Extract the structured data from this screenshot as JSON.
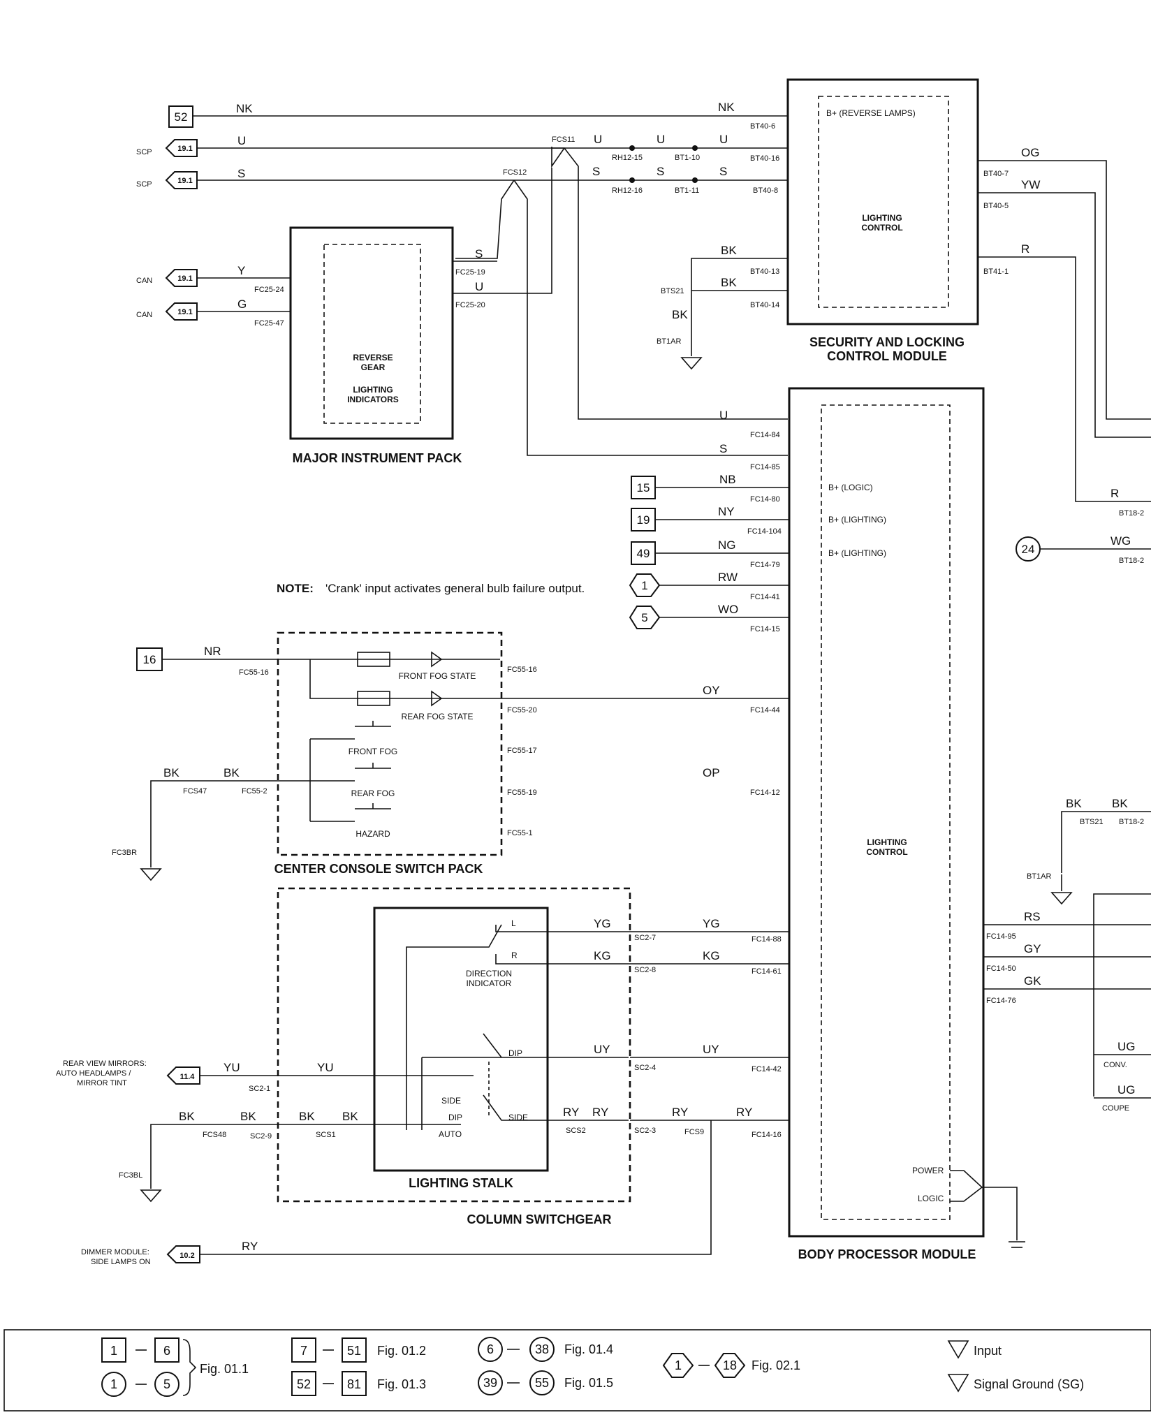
{
  "refs": {
    "r52": "52",
    "r19a": "19.1",
    "r19b": "19.1",
    "r19c": "19.1",
    "r19d": "19.1",
    "r15": "15",
    "r19": "19",
    "r49": "49",
    "r1": "1",
    "r5": "5",
    "r16": "16",
    "r24": "24",
    "r11": "11.4",
    "r10": "10.2"
  },
  "ref_labels": {
    "scp1": "SCP",
    "scp2": "SCP",
    "can1": "CAN",
    "can2": "CAN",
    "rvm": "REAR VIEW MIRRORS: AUTO HEADLAMPS / MIRROR TINT",
    "rvm1": "REAR VIEW MIRRORS:",
    "rvm2": "AUTO HEADLAMPS /",
    "rvm3": "MIRROR TINT",
    "dim1": "DIMMER MODULE:",
    "dim2": "SIDE LAMPS ON"
  },
  "wires": {
    "nk1": "NK",
    "nk2": "NK",
    "u1": "U",
    "u2": "U",
    "u3": "U",
    "u4": "U",
    "u5": "U",
    "s1": "S",
    "s2": "S",
    "s3": "S",
    "s4": "S",
    "s5": "S",
    "y": "Y",
    "g": "G",
    "og": "OG",
    "yw": "YW",
    "r1": "R",
    "r2": "R",
    "wg": "WG",
    "bk1": "BK",
    "bk2": "BK",
    "bk3": "BK",
    "nb": "NB",
    "ny": "NY",
    "ng": "NG",
    "rw": "RW",
    "wo": "WO",
    "nr": "NR",
    "oy": "OY",
    "op": "OP",
    "bk4": "BK",
    "bk5": "BK",
    "bk6": "BK",
    "bk7": "BK",
    "yg1": "YG",
    "yg2": "YG",
    "kg1": "KG",
    "kg2": "KG",
    "uy1": "UY",
    "uy2": "UY",
    "yu1": "YU",
    "yu2": "YU",
    "bk8": "BK",
    "bk9": "BK",
    "bk10": "BK",
    "bk11": "BK",
    "ry1": "RY",
    "ry2": "RY",
    "ry3": "RY",
    "ry4": "RY",
    "ry5": "RY",
    "rs": "RS",
    "gy": "GY",
    "gk": "GK",
    "ug1": "UG",
    "ug2": "UG"
  },
  "pins": {
    "bt406": "BT40-6",
    "bt4016": "BT40-16",
    "bt408": "BT40-8",
    "bt407": "BT40-7",
    "bt405": "BT40-5",
    "bt4013": "BT40-13",
    "bt4014": "BT40-14",
    "bt411": "BT41-1",
    "bts21": "BTS21",
    "bt1ar": "BT1AR",
    "fcs11": "FCS11",
    "fcs12": "FCS12",
    "rh1215": "RH12-15",
    "rh1216": "RH12-16",
    "bt110": "BT1-10",
    "bt111": "BT1-11",
    "fc2519": "FC25-19",
    "fc2520": "FC25-20",
    "fc2524": "FC25-24",
    "fc2547": "FC25-47",
    "fc1484": "FC14-84",
    "fc1485": "FC14-85",
    "fc1480": "FC14-80",
    "fc14104": "FC14-104",
    "fc1479": "FC14-79",
    "fc1441": "FC14-41",
    "fc1415": "FC14-15",
    "fc1444": "FC14-44",
    "fc1412": "FC14-12",
    "fc1488": "FC14-88",
    "fc1461": "FC14-61",
    "fc1442": "FC14-42",
    "fc1416": "FC14-16",
    "fc1495": "FC14-95",
    "fc1450": "FC14-50",
    "fc1476": "FC14-76",
    "bt182a": "BT18-2",
    "bt182b": "BT18-2",
    "bts21b": "BTS21",
    "bt182c": "BT18-2",
    "bt1arb": "BT1AR",
    "fc5516": "FC55-16",
    "fc5516b": "FC55-16",
    "fc5520": "FC55-20",
    "fc5517": "FC55-17",
    "fc552": "FC55-2",
    "fc5519": "FC55-19",
    "fc551": "FC55-1",
    "fcs47": "FCS47",
    "fc3br": "FC3BR",
    "sc27": "SC2-7",
    "sc28": "SC2-8",
    "sc24": "SC2-4",
    "sc21": "SC2-1",
    "sc29": "SC2-9",
    "sc23": "SC2-3",
    "fcs48": "FCS48",
    "scs1": "SCS1",
    "scs2": "SCS2",
    "fcs9": "FCS9",
    "fc3bl": "FC3BL"
  },
  "labels": {
    "brl": "B+ (REVERSE LAMPS)",
    "lc1a": "LIGHTING",
    "lc1b": "CONTROL",
    "slcm1": "SECURITY AND LOCKING",
    "slcm2": "CONTROL MODULE",
    "rg1": "REVERSE",
    "rg2": "GEAR",
    "rg3": "LIGHTING",
    "rg4": "INDICATORS",
    "mip": "MAJOR INSTRUMENT PACK",
    "blogic": "B+ (LOGIC)",
    "blight1": "B+ (LIGHTING)",
    "blight2": "B+ (LIGHTING)",
    "note_b": "NOTE:",
    "note": "'Crank' input activates general bulb failure output.",
    "ffs": "FRONT FOG STATE",
    "rfs": "REAR FOG STATE",
    "ff": "FRONT FOG",
    "rf": "REAR FOG",
    "hz": "HAZARD",
    "ccsp": "CENTER CONSOLE SWITCH PACK",
    "lc2a": "LIGHTING",
    "lc2b": "CONTROL",
    "L": "L",
    "R": "R",
    "di1": "DIRECTION",
    "di2": "INDICATOR",
    "dip": "DIP",
    "dip2": "DIP",
    "side": "SIDE",
    "side2": "SIDE",
    "auto": "AUTO",
    "lstalk": "LIGHTING STALK",
    "csg": "COLUMN SWITCHGEAR",
    "power": "POWER",
    "logic": "LOGIC",
    "bpm": "BODY PROCESSOR MODULE",
    "conv": "CONV.",
    "coupe": "COUPE"
  },
  "legend": {
    "a1": "1",
    "a2": "6",
    "b1": "1",
    "b2": "5",
    "fig011": "Fig. 01.1",
    "c1": "7",
    "c2": "51",
    "fig012": "Fig. 01.2",
    "d1": "52",
    "d2": "81",
    "fig013": "Fig. 01.3",
    "e1": "6",
    "e2": "38",
    "fig014": "Fig. 01.4",
    "f1": "39",
    "f2": "55",
    "fig015": "Fig. 01.5",
    "g1": "1",
    "g2": "18",
    "fig021": "Fig. 02.1",
    "input": "Input",
    "sg": "Signal Ground (SG)"
  }
}
